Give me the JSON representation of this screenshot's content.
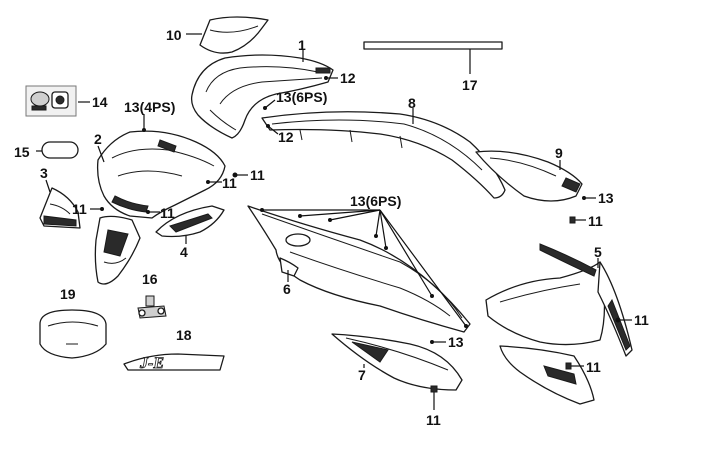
{
  "diagram": {
    "callouts": {
      "c1": "1",
      "c2": "2",
      "c3": "3",
      "c4": "4",
      "c5": "5",
      "c6": "6",
      "c7": "7",
      "c8": "8",
      "c9": "9",
      "c10": "10",
      "c11": "11",
      "c12": "12",
      "c13": "13",
      "c13_4ps": "13(4PS)",
      "c13_6ps": "13(6PS)",
      "c14": "14",
      "c15": "15",
      "c16": "16",
      "c17": "17",
      "c18": "18",
      "c19": "19"
    },
    "decal_text": "J-E"
  }
}
